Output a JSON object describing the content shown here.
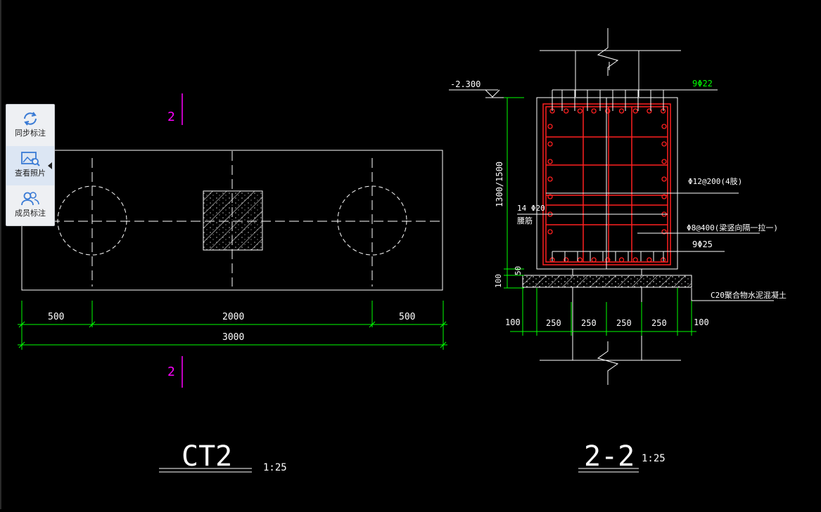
{
  "toolbar": {
    "items": [
      {
        "label": "同步标注",
        "icon": "sync-icon"
      },
      {
        "label": "查看照片",
        "icon": "photo-search-icon"
      },
      {
        "label": "成员标注",
        "icon": "members-icon"
      }
    ]
  },
  "plan": {
    "title": "CT2",
    "scale": "1:25",
    "section_mark": "2",
    "dims": [
      "500",
      "2000",
      "500",
      "3000"
    ]
  },
  "section": {
    "title": "2-2",
    "scale": "1:25",
    "elevation": "-2.300",
    "depth": "1300/1500",
    "top_bars": "9Φ22",
    "stirrups": "Φ12@200(4肢)",
    "side_bars": "14 Φ20",
    "side_bars_label": "腰筋",
    "ties": "Φ8@400(梁竖向隔一拉一)",
    "bottom_bars": "9Φ25",
    "concrete": "C20聚合物水泥混凝土",
    "cover": "50",
    "bed": "100",
    "bottom_dims": [
      "100",
      "250",
      "250",
      "250",
      "250",
      "100"
    ]
  },
  "colors": {
    "background": "#000000",
    "line": "#ffffff",
    "dim": "#00ff00",
    "rebar": "#ff2020",
    "mark": "#ff00ff"
  }
}
